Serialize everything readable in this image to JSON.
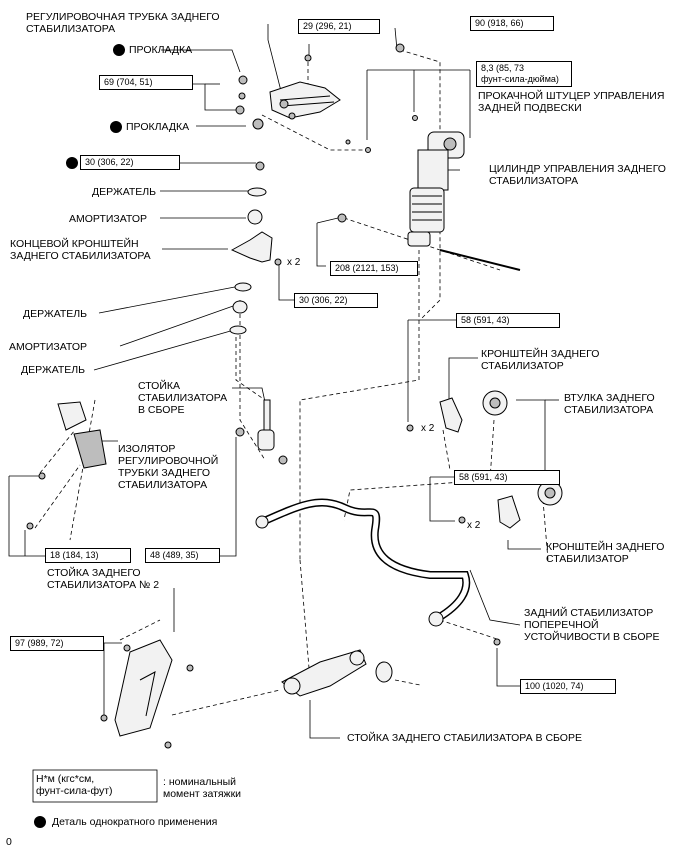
{
  "labels": {
    "regulating_tube": [
      "РЕГУЛИРОВОЧНАЯ ТРУБКА ЗАДНЕГО",
      "СТАБИЛИЗАТОРА"
    ],
    "gasket_1": "ПРОКЛАДКА",
    "gasket_2": "ПРОКЛАДКА",
    "holder_1": "ДЕРЖАТЕЛЬ",
    "damper_1": "АМОРТИЗАТОР",
    "end_bracket": [
      "КОНЦЕВОЙ КРОНШТЕЙН",
      "ЗАДНЕГО СТАБИЛИЗАТОРА"
    ],
    "holder_2": "ДЕРЖАТЕЛЬ",
    "damper_2": "АМОРТИЗАТОР",
    "holder_3": "ДЕРЖАТЕЛЬ",
    "link_assy": [
      "СТОЙКА",
      "СТАБИЛИЗАТОРА",
      "В СБОРЕ"
    ],
    "insulator": [
      "ИЗОЛЯТОР",
      "РЕГУЛИРОВОЧНОЙ",
      "ТРУБКИ ЗАДНЕГО",
      "СТАБИЛИЗАТОРА"
    ],
    "link_no2": [
      "СТОЙКА ЗАДНЕГО",
      "СТАБИЛИЗАТОРА № 2"
    ],
    "bleeder_plug": [
      "ПРОКАЧНОЙ ШТУЦЕР УПРАВЛЕНИЯ",
      "ЗАДНЕЙ ПОДВЕСКИ"
    ],
    "control_cylinder": [
      "ЦИЛИНДР УПРАВЛЕНИЯ ЗАДНЕГО",
      "СТАБИЛИЗАТОРА"
    ],
    "bracket_1": [
      "КРОНШТЕЙН ЗАДНЕГО",
      "СТАБИЛИЗАТОР"
    ],
    "bushing": [
      "ВТУЛКА ЗАДНЕГО",
      "СТАБИЛИЗАТОРА"
    ],
    "bracket_2": [
      "КРОНШТЕЙН ЗАДНЕГО",
      "СТАБИЛИЗАТОР"
    ],
    "stabilizer_bar": [
      "ЗАДНИЙ СТАБИЛИЗАТОР",
      "ПОПЕРЕЧНОЙ",
      "УСТОЙЧИВОСТИ В СБОРЕ"
    ],
    "strut_assy": "СТОЙКА ЗАДНЕГО СТАБИЛИЗАТОРА В СБОРЕ"
  },
  "torques": {
    "t29": "29 (296, 21)",
    "t90": "90 (918, 66)",
    "t69": "69 (704, 51)",
    "t83": [
      "8,3 (85, 73",
      "фунт-сила-дюйма)"
    ],
    "t30a": "30 (306, 22)",
    "t208": "208 (2121, 153)",
    "t30b": "30 (306, 22)",
    "t58a": "58 (591, 43)",
    "t58b": "58 (591, 43)",
    "t18": "18 (184, 13)",
    "t48": "48 (489, 35)",
    "t97": "97 (989, 72)",
    "t100": "100 (1020, 74)"
  },
  "multipliers": {
    "x2_a": "x 2",
    "x2_b": "x 2",
    "x2_c": "x 2"
  },
  "legend": {
    "unit": [
      "Н*м (кгс*см,",
      "фунт-сила-фут)"
    ],
    "meaning": [
      ": номинальный",
      "момент затяжки"
    ],
    "single_use": "Деталь однократного применения"
  },
  "footer_code": "0",
  "colors": {
    "ink": "#000000",
    "part_fill": "#f2f2f2",
    "part_shade": "#bdbdbd"
  }
}
